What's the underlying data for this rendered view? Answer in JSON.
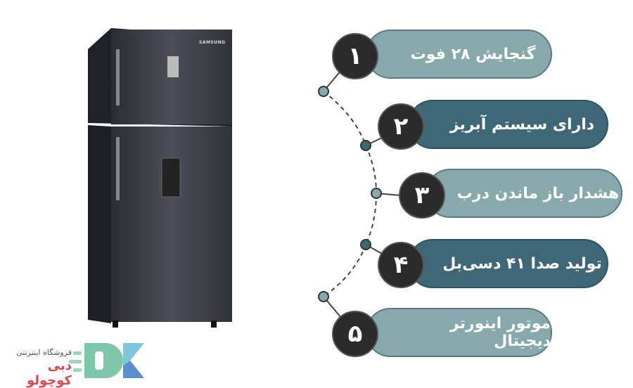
{
  "features": [
    {
      "number": "۱",
      "label": "گنجایش ۲۸ فوت",
      "style": "light"
    },
    {
      "number": "۲",
      "label": "دارای سیستم آبریز",
      "style": "dark"
    },
    {
      "number": "۳",
      "label": "هشدار باز ماندن درب",
      "style": "light"
    },
    {
      "number": "۴",
      "label": "تولید صدا ۴۱ دسی‌بل",
      "style": "dark"
    },
    {
      "number": "۵",
      "label": "موتور اینورتر دیجیتال",
      "style": "light"
    }
  ],
  "logo": {
    "line1": "فروشگاه اینترنتی",
    "line2": "دبی کوچولو",
    "letters": "DK"
  },
  "fridge": {
    "brand": "SAMSUNG"
  },
  "colors": {
    "light_pill": "#86a9ab",
    "dark_pill": "#3e6877",
    "number_circle": "#2b2b2b",
    "logo_green": "#7cc8a8",
    "logo_blue": "#5b8fd0",
    "logo_red": "#e0484f"
  }
}
